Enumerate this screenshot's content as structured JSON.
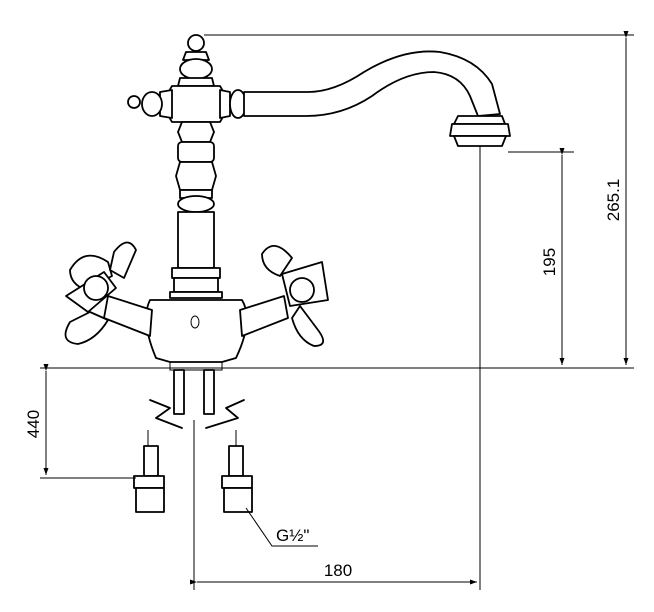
{
  "dimensions": {
    "total_height": "265.1",
    "spout_height": "195",
    "hose_length": "440",
    "spout_reach": "180",
    "thread": "G½\""
  },
  "colors": {
    "line": "#000000",
    "background": "#ffffff"
  }
}
